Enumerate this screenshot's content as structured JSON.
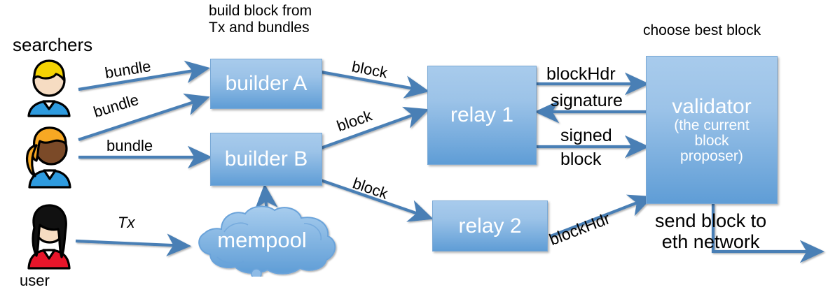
{
  "diagram": {
    "title_notes": {
      "build_block": "build block from\nTx and bundles",
      "choose_best": "choose best block",
      "send_block": "send block to\neth network"
    },
    "actors": [
      {
        "name": "searchers",
        "label": "searchers",
        "icon": "person-icon"
      },
      {
        "name": "user",
        "label": "user",
        "icon": "person-icon"
      }
    ],
    "nodes": [
      {
        "id": "builder-a",
        "label": "builder A",
        "shape": "box"
      },
      {
        "id": "builder-b",
        "label": "builder B",
        "shape": "box"
      },
      {
        "id": "relay-1",
        "label": "relay 1",
        "shape": "box"
      },
      {
        "id": "relay-2",
        "label": "relay 2",
        "shape": "box"
      },
      {
        "id": "validator",
        "label": "validator",
        "sublabel": "(the current\nblock\nproposer)",
        "shape": "box"
      },
      {
        "id": "mempool",
        "label": "mempool",
        "shape": "cloud"
      }
    ],
    "edges": [
      {
        "id": "e1",
        "label": "bundle",
        "from": "searcher-1",
        "to": "builder-a"
      },
      {
        "id": "e2",
        "label": "bundle",
        "from": "searcher-2",
        "to": "builder-a"
      },
      {
        "id": "e3",
        "label": "bundle",
        "from": "searcher-2",
        "to": "builder-b"
      },
      {
        "id": "e4",
        "label": "block",
        "from": "builder-a",
        "to": "relay-1"
      },
      {
        "id": "e5",
        "label": "block",
        "from": "builder-b",
        "to": "relay-1"
      },
      {
        "id": "e6",
        "label": "block",
        "from": "builder-b",
        "to": "relay-2"
      },
      {
        "id": "e7",
        "label": "blockHdr",
        "from": "relay-1",
        "to": "validator"
      },
      {
        "id": "e8",
        "label": "signature",
        "from": "validator",
        "to": "relay-1"
      },
      {
        "id": "e9",
        "label": "signed\nblock",
        "from": "relay-1",
        "to": "validator"
      },
      {
        "id": "e10",
        "label": "blockHdr",
        "from": "relay-2",
        "to": "validator"
      },
      {
        "id": "e11",
        "label": "Tx",
        "from": "user",
        "to": "mempool"
      },
      {
        "id": "e12",
        "label": "",
        "from": "mempool",
        "to": "builder-b"
      },
      {
        "id": "e13",
        "label": "",
        "from": "validator",
        "to": "eth-network"
      }
    ],
    "edge_labels": {
      "bundle_1": "bundle",
      "bundle_2": "bundle",
      "bundle_3": "bundle",
      "block_a_r1": "block",
      "block_b_r1": "block",
      "block_b_r2": "block",
      "blockHdr_r1": "blockHdr",
      "signature": "signature",
      "signed": "signed",
      "block_word": "block",
      "blockHdr_r2": "blockHdr",
      "tx": "Tx"
    },
    "colors": {
      "box_top": "#a8cbec",
      "box_bottom": "#5f9dd6",
      "arrow": "#4a7fb5",
      "cloud": "#8cb9e4",
      "text_light": "#ffffff",
      "text_dark": "#000000",
      "background": "#ffffff"
    }
  }
}
